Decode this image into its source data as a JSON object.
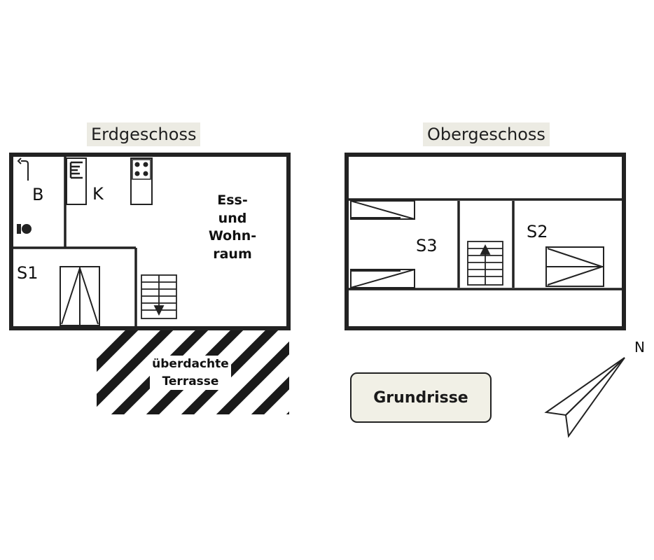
{
  "floors": {
    "ground": {
      "title": "Erdgeschoss",
      "rooms": {
        "bath": "B",
        "kitchen": "K",
        "bedroom": "S1",
        "living_line1": "Ess-",
        "living_line2": "und",
        "living_line3": "Wohn-",
        "living_line4": "raum"
      },
      "terrace_line1": "überdachte",
      "terrace_line2": "Terrasse"
    },
    "upper": {
      "title": "Obergeschoss",
      "rooms": {
        "bedroom3": "S3",
        "bedroom2": "S2"
      }
    }
  },
  "legend": {
    "label": "Grundrisse"
  },
  "compass": {
    "label": "N"
  },
  "icons": {
    "shower": "shower-icon",
    "toilet": "toilet-icon",
    "sink": "sink-icon",
    "stove": "stove-icon",
    "stairs": "stairs-icon",
    "bed": "bed-icon"
  },
  "colors": {
    "wall": "#222222",
    "title_bg": "#ecebe3",
    "legend_bg": "#f1f0e6"
  }
}
